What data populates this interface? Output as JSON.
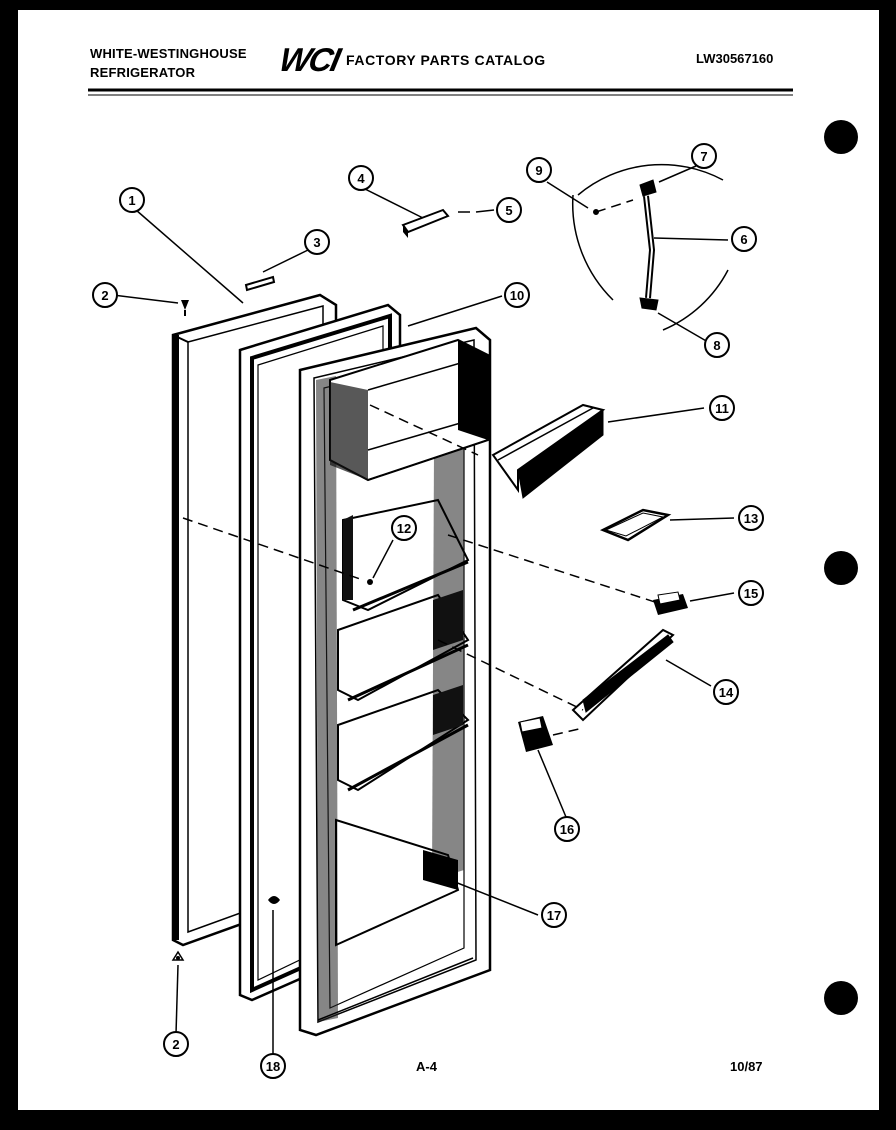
{
  "header": {
    "brand_line1": "WHITE-WESTINGHOUSE",
    "brand_line2": "REFRIGERATOR",
    "logo": "WCI",
    "catalog_title": "FACTORY PARTS CATALOG",
    "model_number": "LW30567160"
  },
  "footer": {
    "page": "A-4",
    "date": "10/87"
  },
  "callouts": [
    "1",
    "2",
    "3",
    "4",
    "5",
    "6",
    "7",
    "8",
    "9",
    "10",
    "11",
    "12",
    "13",
    "14",
    "15",
    "16",
    "17",
    "2",
    "18"
  ]
}
